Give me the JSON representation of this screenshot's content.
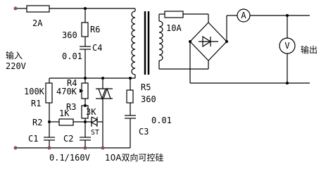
{
  "labels": {
    "fuse_in": "2A",
    "r6_val": "360",
    "r6": "R6",
    "c4_val": "0.01",
    "c4": "C4",
    "input_line1": "输入",
    "input_line2": "220V",
    "r4": "R4",
    "r4_val": "470K",
    "r1_val": "100K",
    "r1": "R1",
    "r2": "R2",
    "r3_val": "1K",
    "r3": "R3",
    "r3b_val": "3K",
    "st": "ST",
    "c1": "C1",
    "c2": "C2",
    "cap_spec": "0.1/160V",
    "triac": "10A双向可控硅",
    "r5": "R5",
    "r5_val": "360",
    "c3_val": "0.01",
    "c3": "C3",
    "fuse_out": "10A",
    "ammeter": "A",
    "voltmeter": "V",
    "output": "输出"
  },
  "colors": {
    "wire": "#000000",
    "terminal": "#8a4a6a"
  }
}
